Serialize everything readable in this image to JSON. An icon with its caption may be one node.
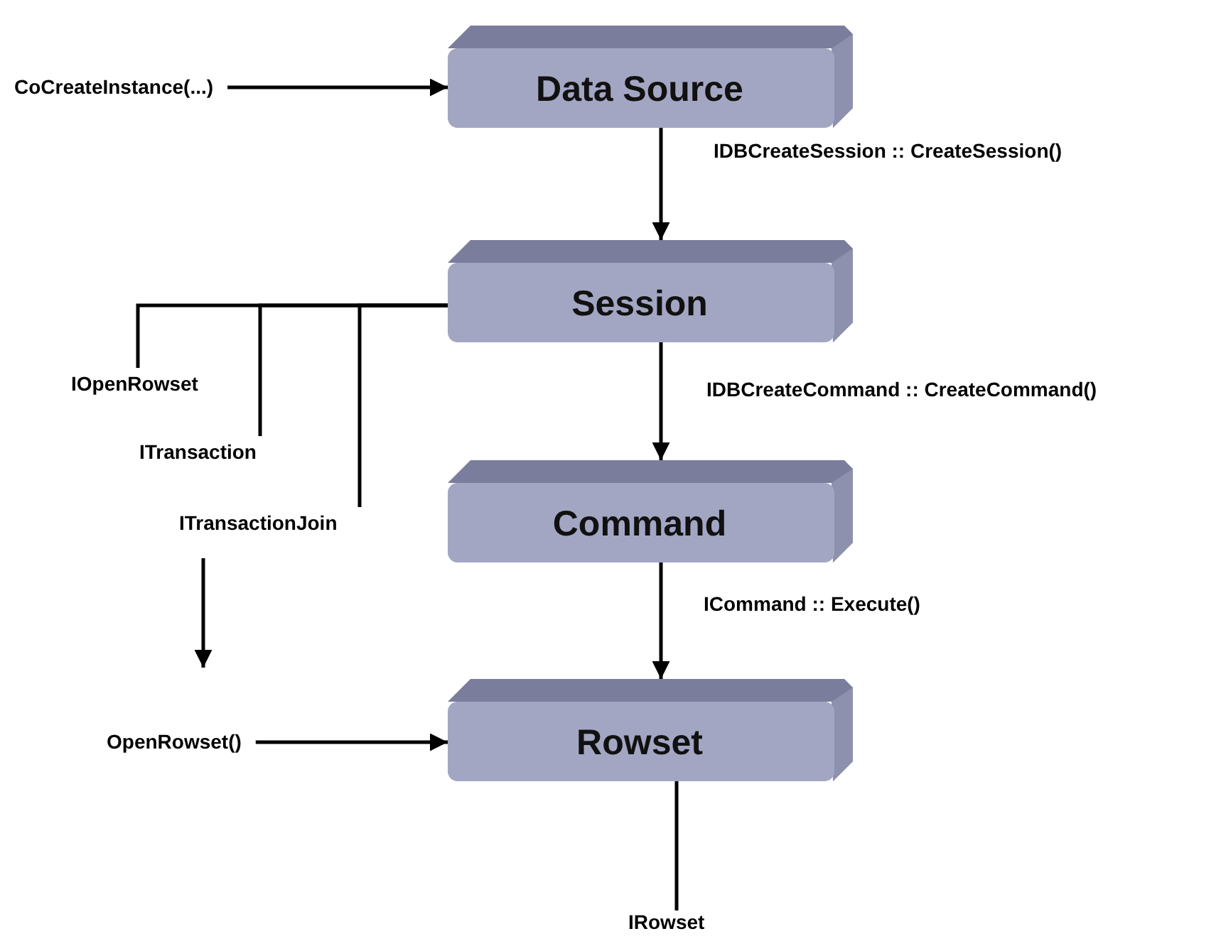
{
  "diagram": {
    "nodes": [
      {
        "text": [
          "Data Source"
        ]
      },
      {
        "text": [
          "Session"
        ]
      },
      {
        "text": [
          "Command"
        ]
      },
      {
        "text": [
          "Rowset"
        ]
      },
      {
        "text": [
          "CoCreateInstance(...)"
        ]
      },
      {
        "text": [
          "IOpenRowset"
        ]
      },
      {
        "text": [
          "ITransaction"
        ]
      },
      {
        "text": [
          "ITransactionJoin"
        ]
      },
      {
        "text": [
          "OpenRowset()"
        ]
      },
      {
        "text": [
          "IRowset"
        ]
      }
    ],
    "edges": [
      {
        "from": 4,
        "to": 0,
        "arrow": "to"
      },
      {
        "from": 0,
        "to": 1,
        "arrow": "to",
        "label": "IDBCreateSession :: CreateSession()"
      },
      {
        "from": 1,
        "to": 2,
        "arrow": "to",
        "label": "IDBCreateCommand :: CreateCommand()"
      },
      {
        "from": 2,
        "to": 3,
        "arrow": "to",
        "label": "ICommand :: Execute()"
      },
      {
        "from": 1,
        "to": 5,
        "arrow": "none"
      },
      {
        "from": 1,
        "to": 6,
        "arrow": "none"
      },
      {
        "from": 1,
        "to": 7,
        "arrow": "none"
      },
      {
        "from": 7,
        "to": 8,
        "arrow": "to"
      },
      {
        "from": 8,
        "to": 3,
        "arrow": "to"
      },
      {
        "from": 3,
        "to": 9,
        "arrow": "none"
      }
    ]
  }
}
